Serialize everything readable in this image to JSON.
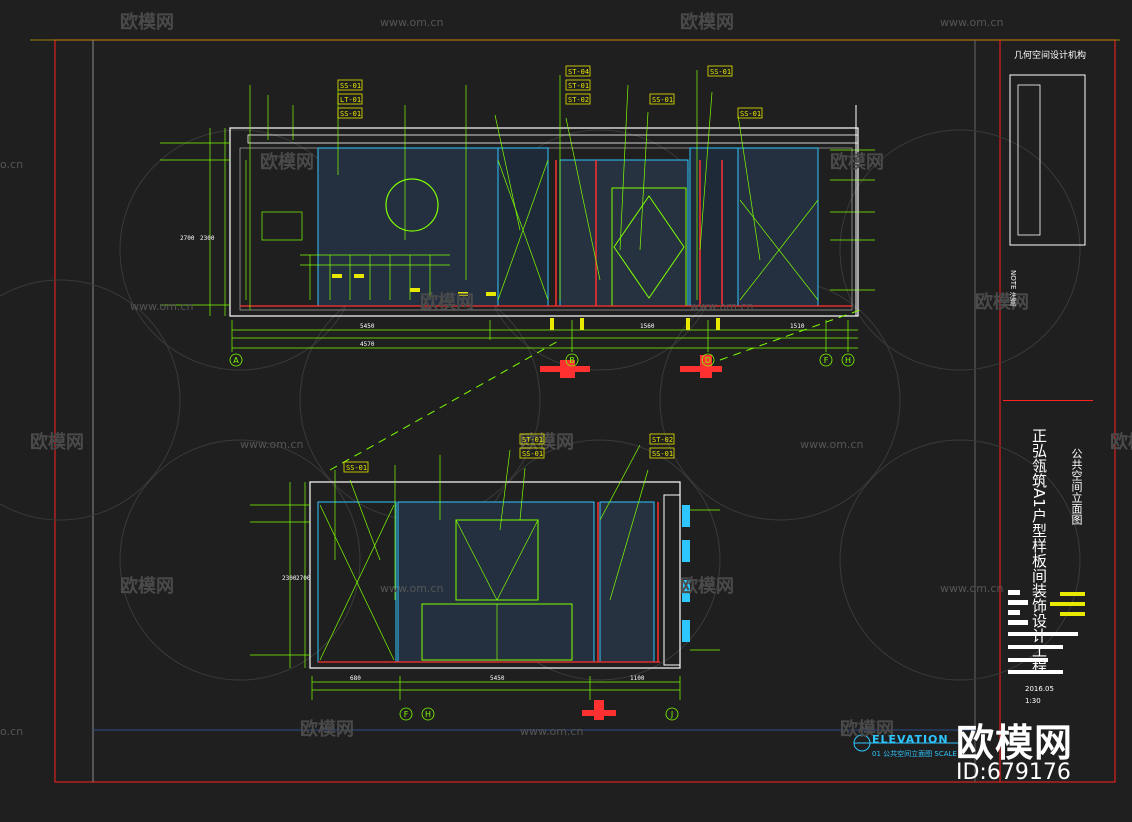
{
  "watermarks": {
    "brand_cn": "欧模网",
    "site": "www.om.cn",
    "site_short": "o.cn"
  },
  "title_block": {
    "firm": "几何空间设计机构",
    "project": "正弘瓴筑A1户型样板间装饰设计工程",
    "sheet_name": "公共空间立面图",
    "note_label": "NOTE 注意",
    "date": "2016.05",
    "scale": "1:30"
  },
  "elevation": {
    "title": "ELEVATION",
    "number": "01",
    "sub": "公共空间立面图",
    "scale_label": "SCALE"
  },
  "brand": {
    "name": "欧模网",
    "id": "ID:679176"
  },
  "drawing": {
    "upper": {
      "grid_labels": [
        "A",
        "B",
        "D",
        "F",
        "H"
      ],
      "material_tags": [
        "SS-01",
        "LT-01",
        "SS-01",
        "ST-04",
        "ST-01",
        "ST-02",
        "SS-01",
        "SS-01",
        "SS-01"
      ],
      "dims": [
        "5450",
        "4570",
        "1560",
        "1510",
        "2300",
        "2700"
      ]
    },
    "lower": {
      "grid_labels": [
        "F",
        "H",
        "J"
      ],
      "material_tags": [
        "SS-01",
        "ST-01",
        "ST-02",
        "SS-01",
        "SS-01"
      ],
      "dims": [
        "680",
        "5450",
        "1100",
        "2300",
        "2700"
      ]
    }
  },
  "colors": {
    "background": "#1f1f1f",
    "frame": "#ff2020",
    "line_green": "#7fff00",
    "line_yellow": "#e8e800",
    "line_cyan": "#2ec6ff",
    "line_white": "#ffffff"
  }
}
